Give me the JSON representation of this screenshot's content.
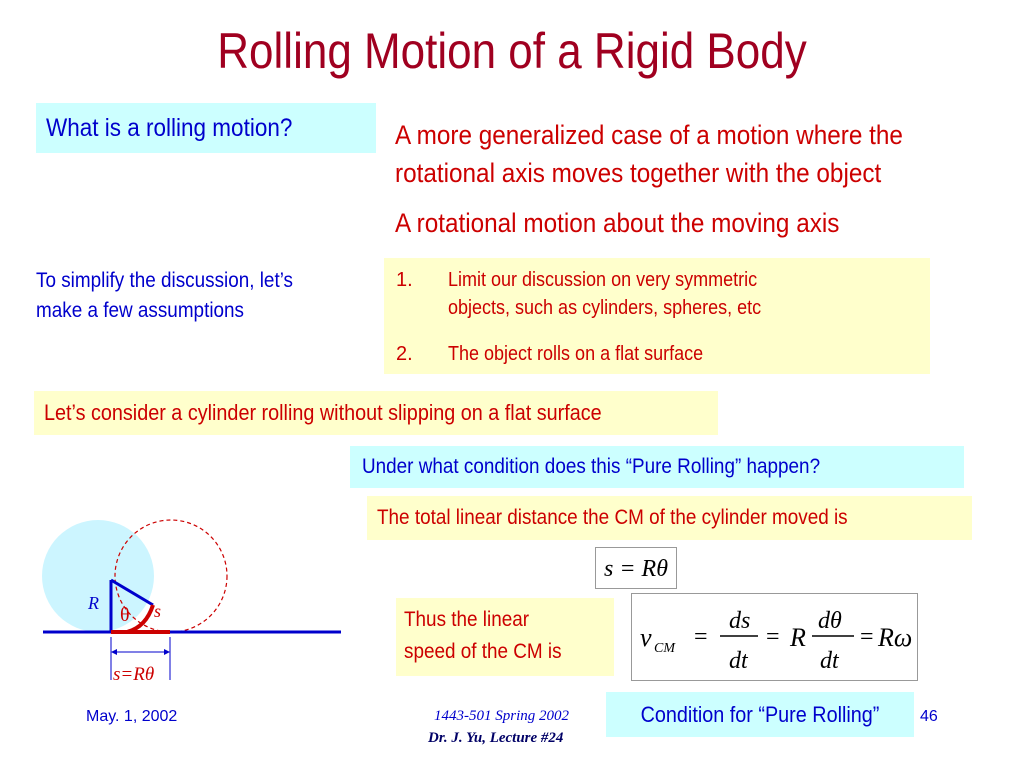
{
  "title": "Rolling Motion of a Rigid Body",
  "question1": "What is a rolling motion?",
  "definition": {
    "line1": "A more generalized case of a motion where the",
    "line2": "rotational axis moves together with the object",
    "line3": "A rotational motion about the moving axis"
  },
  "simplify": {
    "line1": "To simplify the discussion, let’s",
    "line2": "make a few assumptions"
  },
  "assumptions": [
    {
      "num": "1.",
      "line1": "Limit our discussion on very symmetric",
      "line2": "objects, such as cylinders, spheres, etc"
    },
    {
      "num": "2.",
      "line1": "The object rolls on a flat surface"
    }
  ],
  "consider": "Let’s consider a cylinder rolling without slipping on a flat surface",
  "question2": "Under what condition does this “Pure Rolling” happen?",
  "total_distance": "The total linear distance the CM of the cylinder moved is",
  "thus": {
    "line1": "Thus the linear",
    "line2": "speed of the CM is"
  },
  "condition": "Condition for “Pure Rolling”",
  "footer": {
    "date": "May. 1, 2002",
    "course": "1443-501 Spring 2002",
    "lecture": "Dr. J. Yu, Lecture #24",
    "page": "46"
  },
  "diagram": {
    "label_R": "R",
    "label_theta": "θ",
    "label_s": "s",
    "label_s_eq": "s=Rθ"
  },
  "equations": {
    "eq1": "s = Rθ",
    "eq2": {
      "v": "v",
      "sub": "CM",
      "ds": "ds",
      "dt": "dt",
      "R": "R",
      "dtheta": "dθ",
      "Romega": "Rω",
      "eq": "="
    }
  },
  "colors": {
    "title": "#a00020",
    "red_text": "#cc0000",
    "blue_text": "#0000cc",
    "yellow_box": "#ffffcc",
    "cyan_box": "#ccffff"
  }
}
